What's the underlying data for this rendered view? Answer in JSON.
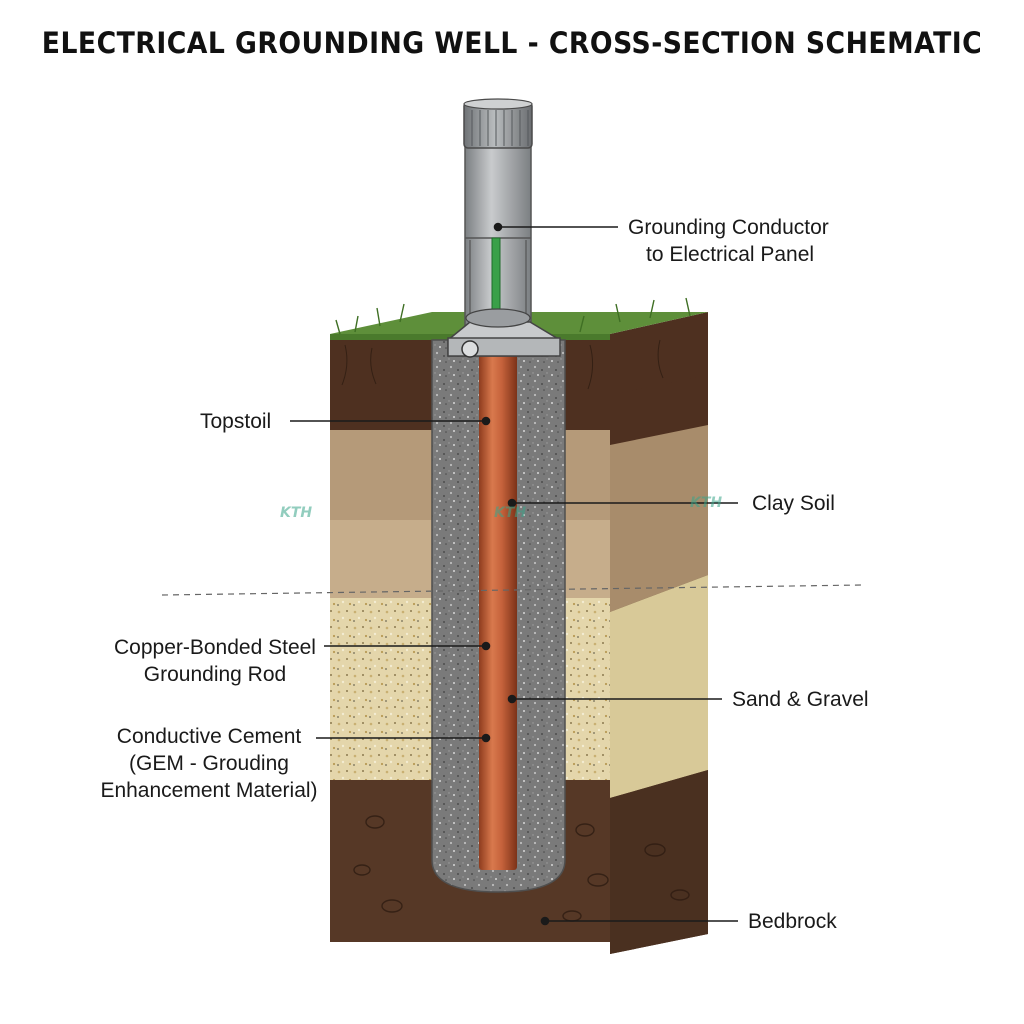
{
  "title": "ELECTRICAL GROUNDING WELL - CROSS-SECTION SCHEMATIC",
  "labels": {
    "conductor_line1": "Grounding Conductor",
    "conductor_line2": "to Electrical Panel",
    "topsoil": "Topstoil",
    "clay": "Clay Soil",
    "rod_line1": "Copper-Bonded Steel",
    "rod_line2": "Grounding Rod",
    "sand": "Sand & Gravel",
    "cement_line1": "Conductive Cement",
    "cement_line2": "(GEM - Grouding",
    "cement_line3": "Enhancement Material)",
    "bedrock": "Bedbrock"
  },
  "watermark": "KTH",
  "colors": {
    "grass": "#5e8f3a",
    "topsoil": "#4e3020",
    "clay": "#b59a79",
    "sand": "#e6d9b0",
    "bedrock": "#563826",
    "gem": "#7c7c7c",
    "rod": "#c5623b",
    "casing": "#a9acae",
    "conductor": "#3aa048"
  }
}
